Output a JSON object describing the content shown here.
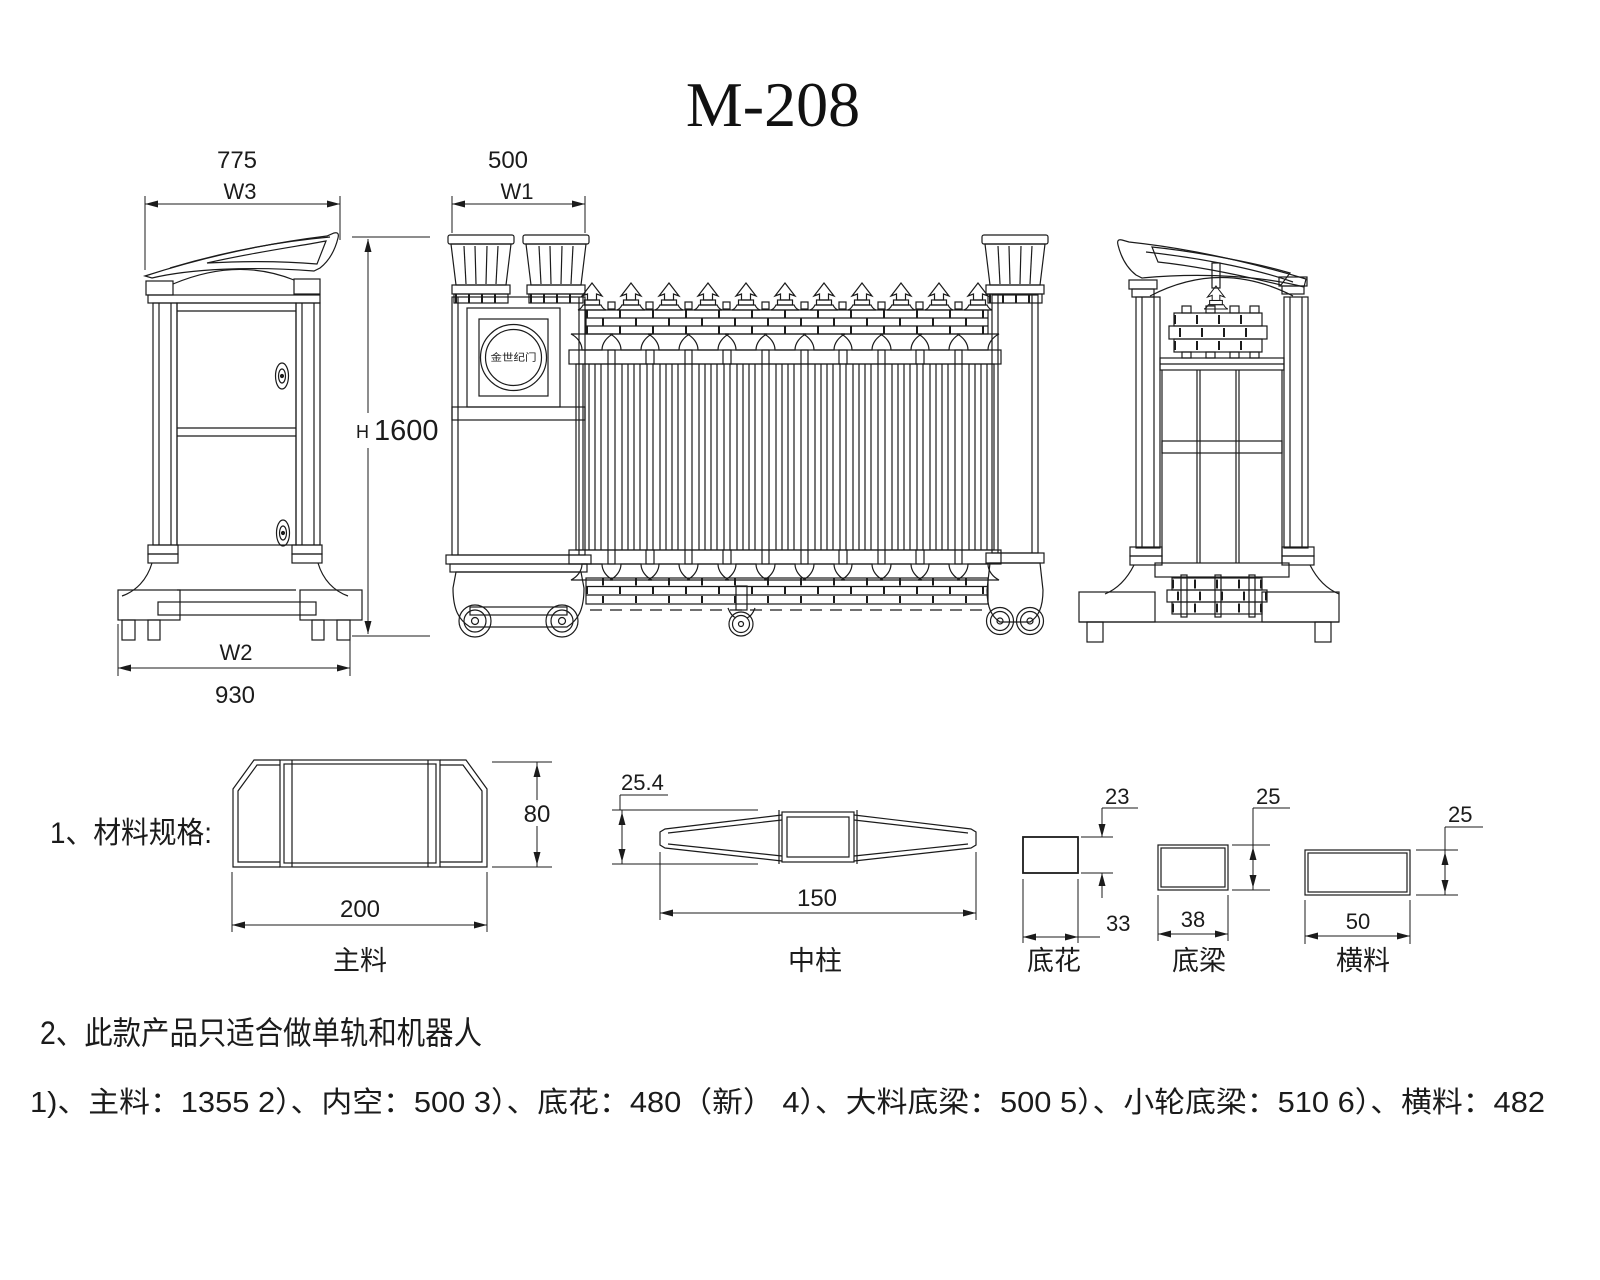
{
  "title": "M-208",
  "left_view": {
    "dim_top_value": "775",
    "dim_top_label": "W3",
    "dim_bottom_label": "W2",
    "dim_bottom_value": "930",
    "height_prefix": "H",
    "height_value": "1600"
  },
  "front_view": {
    "dim_top_value": "500",
    "dim_top_label": "W1",
    "logo_text": "金世纪门"
  },
  "materials": {
    "heading": "1、材料规格:",
    "main_profile": {
      "label": "主料",
      "width": "200",
      "height": "80"
    },
    "center_post": {
      "label": "中柱",
      "width": "150",
      "height": "25.4"
    },
    "bottom_flower": {
      "label": "底花",
      "width": "33",
      "height": "23"
    },
    "bottom_beam": {
      "label": "底梁",
      "width": "38",
      "height": "25"
    },
    "cross_bar": {
      "label": "横料",
      "width": "50",
      "height": "25"
    }
  },
  "notes": {
    "note": "2、此款产品只适合做单轨和机器人",
    "spec_line": "1)、主料：1355  2）、内空：500   3）、底花：480（新）  4）、大料底梁：500   5）、小轮底梁：510   6）、横料：482"
  }
}
